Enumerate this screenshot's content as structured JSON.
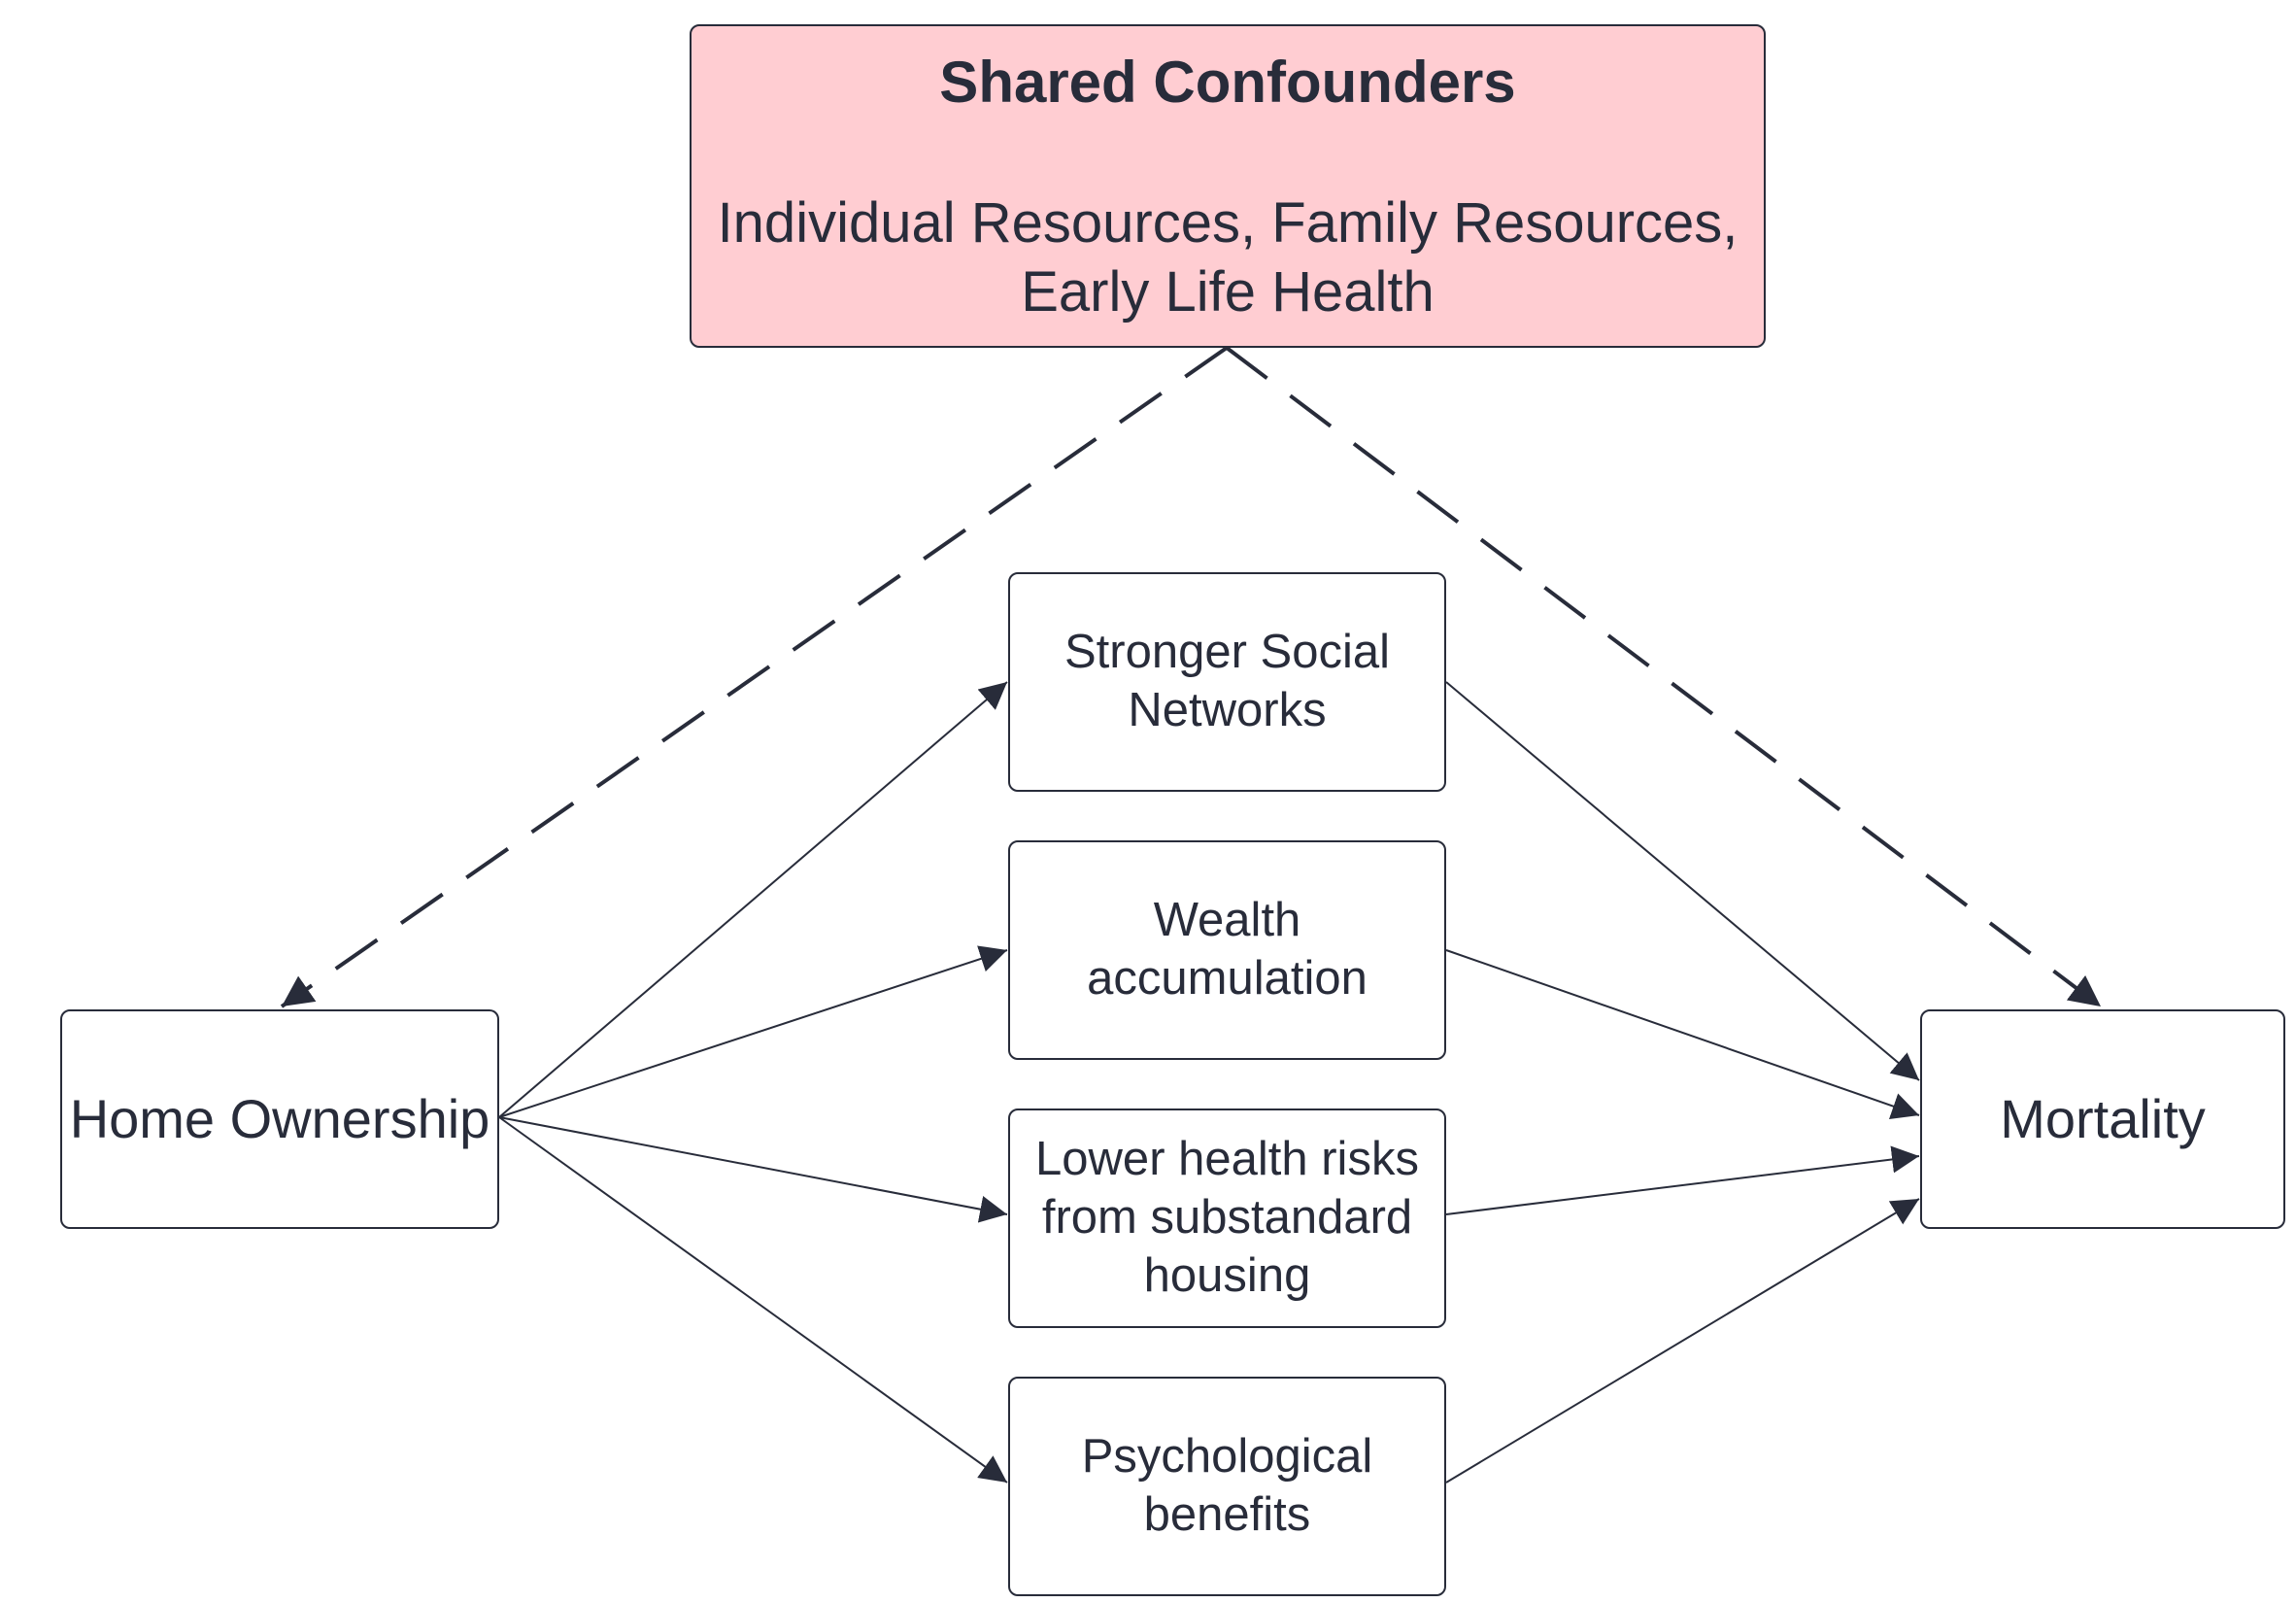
{
  "diagram": {
    "stroke_color": "#282c3a",
    "confounder_fill": "#ffcdd2",
    "nodes": {
      "confounders": {
        "title": "Shared Confounders",
        "items": "Individual Resources, Family Resources,\nEarly Life Health"
      },
      "home_ownership": {
        "label": "Home Ownership"
      },
      "mortality": {
        "label": "Mortality"
      },
      "mediators": [
        {
          "label": "Stronger Social\nNetworks"
        },
        {
          "label": "Wealth\naccumulation"
        },
        {
          "label": "Lower health risks\nfrom substandard\nhousing"
        },
        {
          "label": "Psychological\nbenefits"
        }
      ]
    },
    "edges": [
      {
        "from": "confounders",
        "to": "home_ownership",
        "style": "dashed"
      },
      {
        "from": "confounders",
        "to": "mortality",
        "style": "dashed"
      },
      {
        "from": "home_ownership",
        "to": "mediators.0",
        "style": "solid"
      },
      {
        "from": "home_ownership",
        "to": "mediators.1",
        "style": "solid"
      },
      {
        "from": "home_ownership",
        "to": "mediators.2",
        "style": "solid"
      },
      {
        "from": "home_ownership",
        "to": "mediators.3",
        "style": "solid"
      },
      {
        "from": "mediators.0",
        "to": "mortality",
        "style": "solid"
      },
      {
        "from": "mediators.1",
        "to": "mortality",
        "style": "solid"
      },
      {
        "from": "mediators.2",
        "to": "mortality",
        "style": "solid"
      },
      {
        "from": "mediators.3",
        "to": "mortality",
        "style": "solid"
      }
    ]
  }
}
